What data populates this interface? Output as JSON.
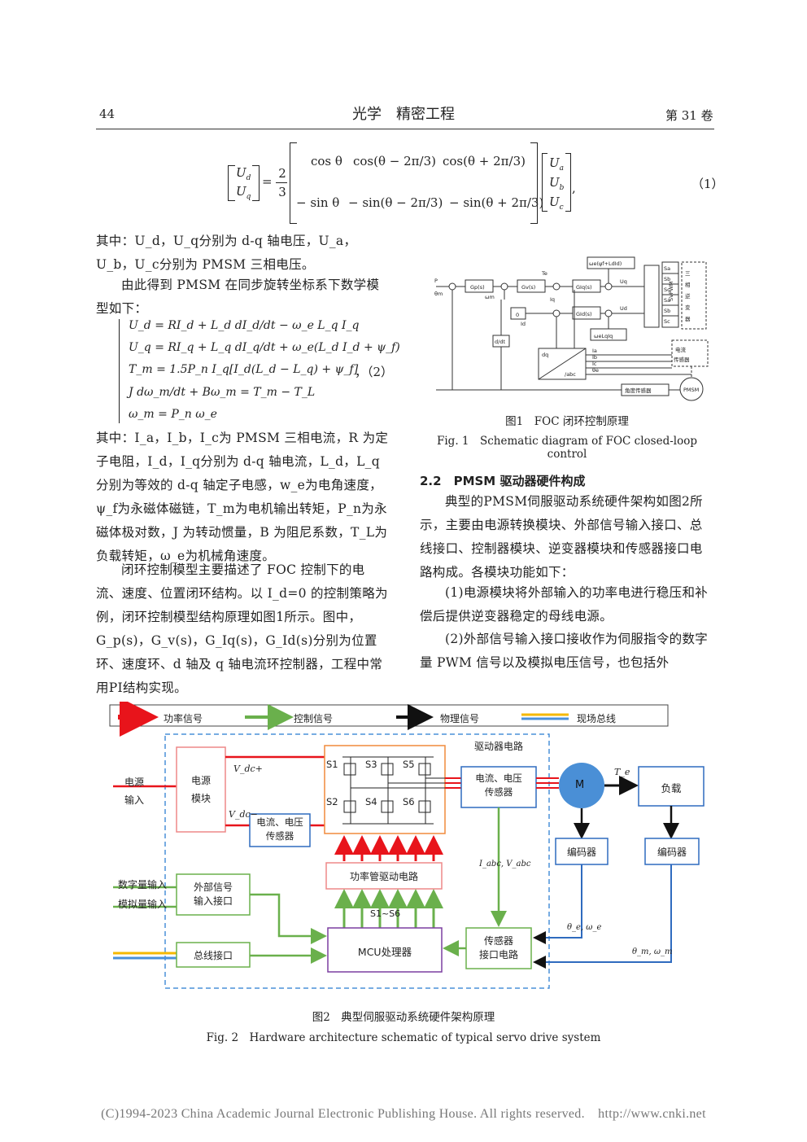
{
  "header": {
    "page_number": "44",
    "journal_title": "光学　精密工程",
    "volume": "第 31 卷"
  },
  "equation1": {
    "lhs_top": "U",
    "lhs_top_sub": "d",
    "lhs_bot": "U",
    "lhs_bot_sub": "q",
    "coef_num": "2",
    "coef_den": "3",
    "row1": [
      "cos θ",
      "cos(θ − 2π/3)",
      "cos(θ + 2π/3)"
    ],
    "row2": [
      "− sin θ",
      "− sin(θ − 2π/3)",
      "− sin(θ + 2π/3)"
    ],
    "rhs": [
      "U",
      "U",
      "U"
    ],
    "rhs_subs": [
      "a",
      "b",
      "c"
    ],
    "number": "（1）"
  },
  "left_column": {
    "p1": "其中：U_d，U_q分别为 d-q 轴电压，U_a，U_b，U_c分别为 PMSM 三相电压。",
    "p2": "由此得到 PMSM 在同步旋转坐标系下数学模型如下：",
    "eq2_lines": [
      "U_d = RI_d + L_d dI_d/dt − ω_e L_q I_q",
      "U_q = RI_q + L_q dI_q/dt + ω_e(L_d I_d + ψ_f)",
      "T_m = 1.5P_n I_q[I_d(L_d − L_q) + ψ_f]",
      "J dω_m/dt + Bω_m = T_m − T_L",
      "ω_m = P_n ω_e"
    ],
    "eq2_number": "，（2）",
    "p3": "其中：I_a，I_b，I_c为 PMSM 三相电流，R 为定子电阻，I_d，I_q分别为 d-q 轴电流，L_d，L_q分别为等效的 d-q 轴定子电感，w_e为电角速度，ψ_f为永磁体磁链，T_m为电机输出转矩，P_n为永磁体极对数，J 为转动惯量，B 为阻尼系数，T_L为负载转矩，ω_e为机械角速度。",
    "p4": "闭环控制模型主要描述了 FOC 控制下的电流、速度、位置闭环结构。以 I_d=0 的控制策略为例，闭环控制模型结构原理如图1所示。图中，G_p(s)，G_v(s)，G_Iq(s)，G_Id(s)分别为位置环、速度环、d 轴及 q 轴电流环控制器，工程中常用PI结构实现。"
  },
  "figure1": {
    "caption_cn": "图1　FOC 闭环控制原理",
    "caption_en": "Fig. 1　Schematic diagram of FOC closed-loop control",
    "blocks": [
      "Gp(s)",
      "Gv(s)",
      "GIq(s)",
      "GId(s)",
      "0",
      "d/dt",
      "ωe(ψf+LdId)",
      "ωeLqIq",
      "SVPWM",
      "三相逆变器",
      "电流传感器",
      "角度传感器",
      "PMSM",
      "dq/abc"
    ],
    "signals": [
      "P",
      "θm",
      "ωm",
      "Te",
      "Iq",
      "Id",
      "Uq",
      "Ud",
      "Ia",
      "Ib",
      "Ic",
      "θe",
      "Sa",
      "Sb",
      "Sc"
    ]
  },
  "right_column": {
    "section": "2.2　PMSM 驱动器硬件构成",
    "p1": "典型的PMSM伺服驱动系统硬件架构如图2所示，主要由电源转换模块、外部信号输入接口、总线接口、控制器模块、逆变器模块和传感器接口电路构成。各模块功能如下：",
    "p2": "(1)电源模块将外部输入的功率电进行稳压和补偿后提供逆变器稳定的母线电源。",
    "p3": "(2)外部信号输入接口接收作为伺服指令的数字量 PWM 信号以及模拟电压信号，也包括外"
  },
  "figure2": {
    "legend": [
      "功率信号",
      "控制信号",
      "物理信号",
      "现场总线"
    ],
    "legend_colors": [
      "#e8141b",
      "#6ab04c",
      "#111111",
      "#f5b800"
    ],
    "drive_label": "驱动器电路",
    "power_input": "电源\n输入",
    "power_module": "电源\n模块",
    "vdc_plus": "V_dc+",
    "vdc_minus": "V_dc−",
    "cv_sensor_left": "电流、电压\n传感器",
    "cv_sensor_right": "电流、电压\n传感器",
    "switches": [
      "S1",
      "S3",
      "S5",
      "S2",
      "S4",
      "S6"
    ],
    "gate_driver": "功率管驱动电路",
    "s1s6": "S1~S6",
    "digital_in": "数字量输入",
    "analog_in": "模拟量输入",
    "ext_interface": "外部信号\n输入接口",
    "bus_interface": "总线接口",
    "mcu": "MCU处理器",
    "sensor_interface": "传感器\n接口电路",
    "motor": "M",
    "te": "T_e",
    "load": "负载",
    "encoder1": "编码器",
    "encoder2": "编码器",
    "iabc_vabc": "I_abc, V_abc",
    "theta_e": "θ_e, ω_e",
    "theta_m": "θ_m, ω_m",
    "caption_cn": "图2　典型伺服驱动系统硬件架构原理",
    "caption_en": "Fig. 2　Hardware architecture schematic of typical servo drive system"
  },
  "footer": "(C)1994-2023 China Academic Journal Electronic Publishing House. All rights reserved.　http://www.cnki.net"
}
